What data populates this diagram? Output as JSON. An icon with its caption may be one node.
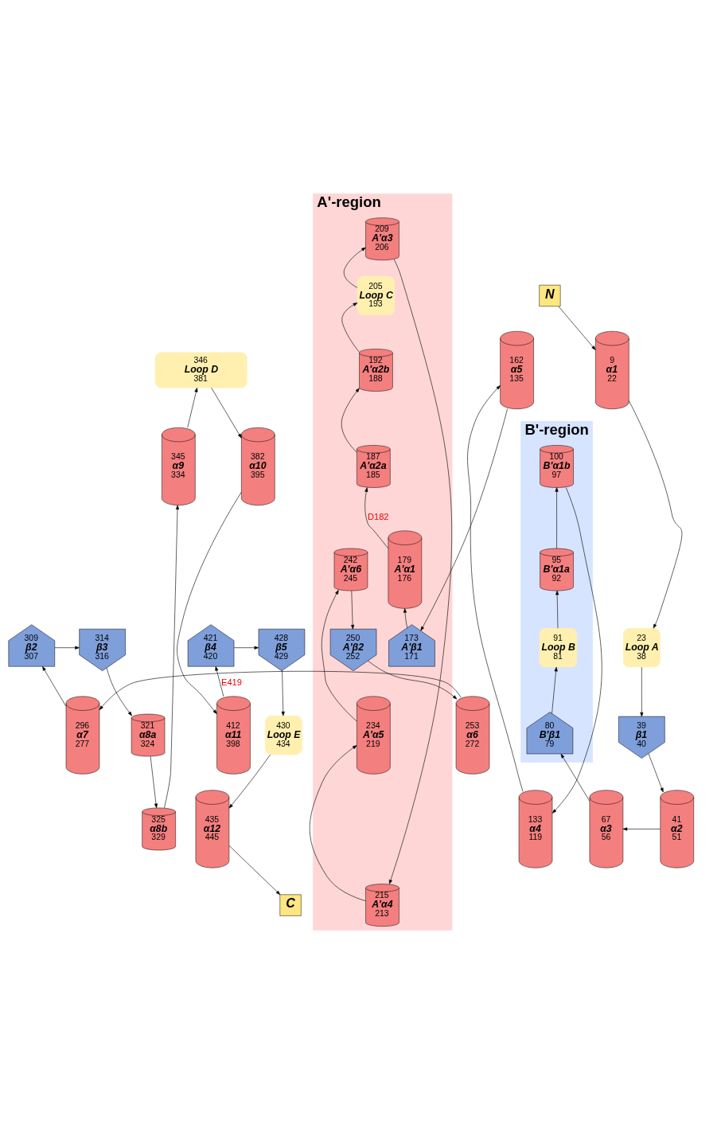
{
  "diagram": {
    "nodes": [
      {
        "text": [
          "A'-region"
        ]
      },
      {
        "text": [
          "B'-region"
        ]
      },
      {
        "text": [
          "N"
        ]
      },
      {
        "text": [
          "9",
          "α1",
          "22"
        ]
      },
      {
        "text": [
          "23",
          "Loop A",
          "38"
        ]
      },
      {
        "text": [
          "39",
          "β1",
          "40"
        ]
      },
      {
        "text": [
          "41",
          "α2",
          "51"
        ]
      },
      {
        "text": [
          "67",
          "α3",
          "56"
        ]
      },
      {
        "text": [
          "80",
          "B'β1",
          "79"
        ],
        "in": 1
      },
      {
        "text": [
          "91",
          "Loop B",
          "81"
        ],
        "in": 1
      },
      {
        "text": [
          "95",
          "B'α1a",
          "92"
        ],
        "in": 1
      },
      {
        "text": [
          "100",
          "B'α1b",
          "97"
        ],
        "in": 1
      },
      {
        "text": [
          "133",
          "α4",
          "119"
        ]
      },
      {
        "text": [
          "162",
          "α5",
          "135"
        ]
      },
      {
        "text": [
          "173",
          "A'β1",
          "171"
        ],
        "in": 0
      },
      {
        "text": [
          "179",
          "A'α1",
          "176"
        ],
        "in": 0
      },
      {
        "text": [
          "187",
          "A'α2a",
          "185"
        ],
        "in": 0
      },
      {
        "text": [
          "192",
          "A'α2b",
          "188"
        ],
        "in": 0
      },
      {
        "text": [
          "205",
          "Loop C",
          "193"
        ],
        "in": 0
      },
      {
        "text": [
          "209",
          "A'α3",
          "206"
        ],
        "in": 0
      },
      {
        "text": [
          "215",
          "A'α4",
          "213"
        ],
        "in": 0
      },
      {
        "text": [
          "234",
          "A'α5",
          "219"
        ],
        "in": 0
      },
      {
        "text": [
          "242",
          "A'α6",
          "245"
        ],
        "in": 0
      },
      {
        "text": [
          "250",
          "A'β2",
          "252"
        ],
        "in": 0
      },
      {
        "text": [
          "253",
          "α6",
          "272"
        ]
      },
      {
        "text": [
          "296",
          "α7",
          "277"
        ]
      },
      {
        "text": [
          "309",
          "β2",
          "307"
        ]
      },
      {
        "text": [
          "314",
          "β3",
          "316"
        ]
      },
      {
        "text": [
          "321",
          "α8a",
          "324"
        ]
      },
      {
        "text": [
          "325",
          "α8b",
          "329"
        ]
      },
      {
        "text": [
          "345",
          "α9",
          "334"
        ]
      },
      {
        "text": [
          "346",
          "Loop D",
          "381"
        ]
      },
      {
        "text": [
          "382",
          "α10",
          "395"
        ]
      },
      {
        "text": [
          "412",
          "α11",
          "398"
        ]
      },
      {
        "text": [
          "421",
          "β4",
          "420"
        ]
      },
      {
        "text": [
          "428",
          "β5",
          "429"
        ]
      },
      {
        "text": [
          "430",
          "Loop E",
          "434"
        ]
      },
      {
        "text": [
          "435",
          "α12",
          "445"
        ]
      },
      {
        "text": [
          "C"
        ]
      }
    ],
    "edges": [
      {
        "from": 2,
        "to": 3,
        "arrow": "to"
      },
      {
        "from": 3,
        "to": 4,
        "arrow": "to"
      },
      {
        "from": 4,
        "to": 5,
        "arrow": "to"
      },
      {
        "from": 5,
        "to": 6,
        "arrow": "to"
      },
      {
        "from": 6,
        "to": 7,
        "arrow": "to"
      },
      {
        "from": 7,
        "to": 8,
        "arrow": "to"
      },
      {
        "from": 8,
        "to": 9,
        "arrow": "to"
      },
      {
        "from": 9,
        "to": 10,
        "arrow": "to"
      },
      {
        "from": 10,
        "to": 11,
        "arrow": "to"
      },
      {
        "from": 11,
        "to": 12,
        "arrow": "to"
      },
      {
        "from": 12,
        "to": 13,
        "arrow": "to"
      },
      {
        "from": 13,
        "to": 14,
        "arrow": "to"
      },
      {
        "from": 14,
        "to": 15,
        "arrow": "to"
      },
      {
        "from": 15,
        "to": 16,
        "arrow": "to",
        "label": "D182"
      },
      {
        "from": 16,
        "to": 17,
        "arrow": "to"
      },
      {
        "from": 17,
        "to": 18,
        "arrow": "to"
      },
      {
        "from": 18,
        "to": 19,
        "arrow": "to"
      },
      {
        "from": 19,
        "to": 20,
        "arrow": "to"
      },
      {
        "from": 20,
        "to": 21,
        "arrow": "to"
      },
      {
        "from": 21,
        "to": 22,
        "arrow": "to"
      },
      {
        "from": 22,
        "to": 23,
        "arrow": "to"
      },
      {
        "from": 23,
        "to": 24,
        "arrow": "to"
      },
      {
        "from": 24,
        "to": 25,
        "arrow": "to"
      },
      {
        "from": 25,
        "to": 26,
        "arrow": "to"
      },
      {
        "from": 26,
        "to": 27,
        "arrow": "to"
      },
      {
        "from": 27,
        "to": 28,
        "arrow": "to"
      },
      {
        "from": 28,
        "to": 29,
        "arrow": "to"
      },
      {
        "from": 29,
        "to": 30,
        "arrow": "to"
      },
      {
        "from": 30,
        "to": 31,
        "arrow": "to"
      },
      {
        "from": 31,
        "to": 32,
        "arrow": "to"
      },
      {
        "from": 32,
        "to": 33,
        "arrow": "to"
      },
      {
        "from": 33,
        "to": 34,
        "arrow": "to",
        "label": "E419"
      },
      {
        "from": 34,
        "to": 35,
        "arrow": "to"
      },
      {
        "from": 35,
        "to": 36,
        "arrow": "to"
      },
      {
        "from": 36,
        "to": 37,
        "arrow": "to"
      },
      {
        "from": 37,
        "to": 38,
        "arrow": "to"
      }
    ]
  }
}
